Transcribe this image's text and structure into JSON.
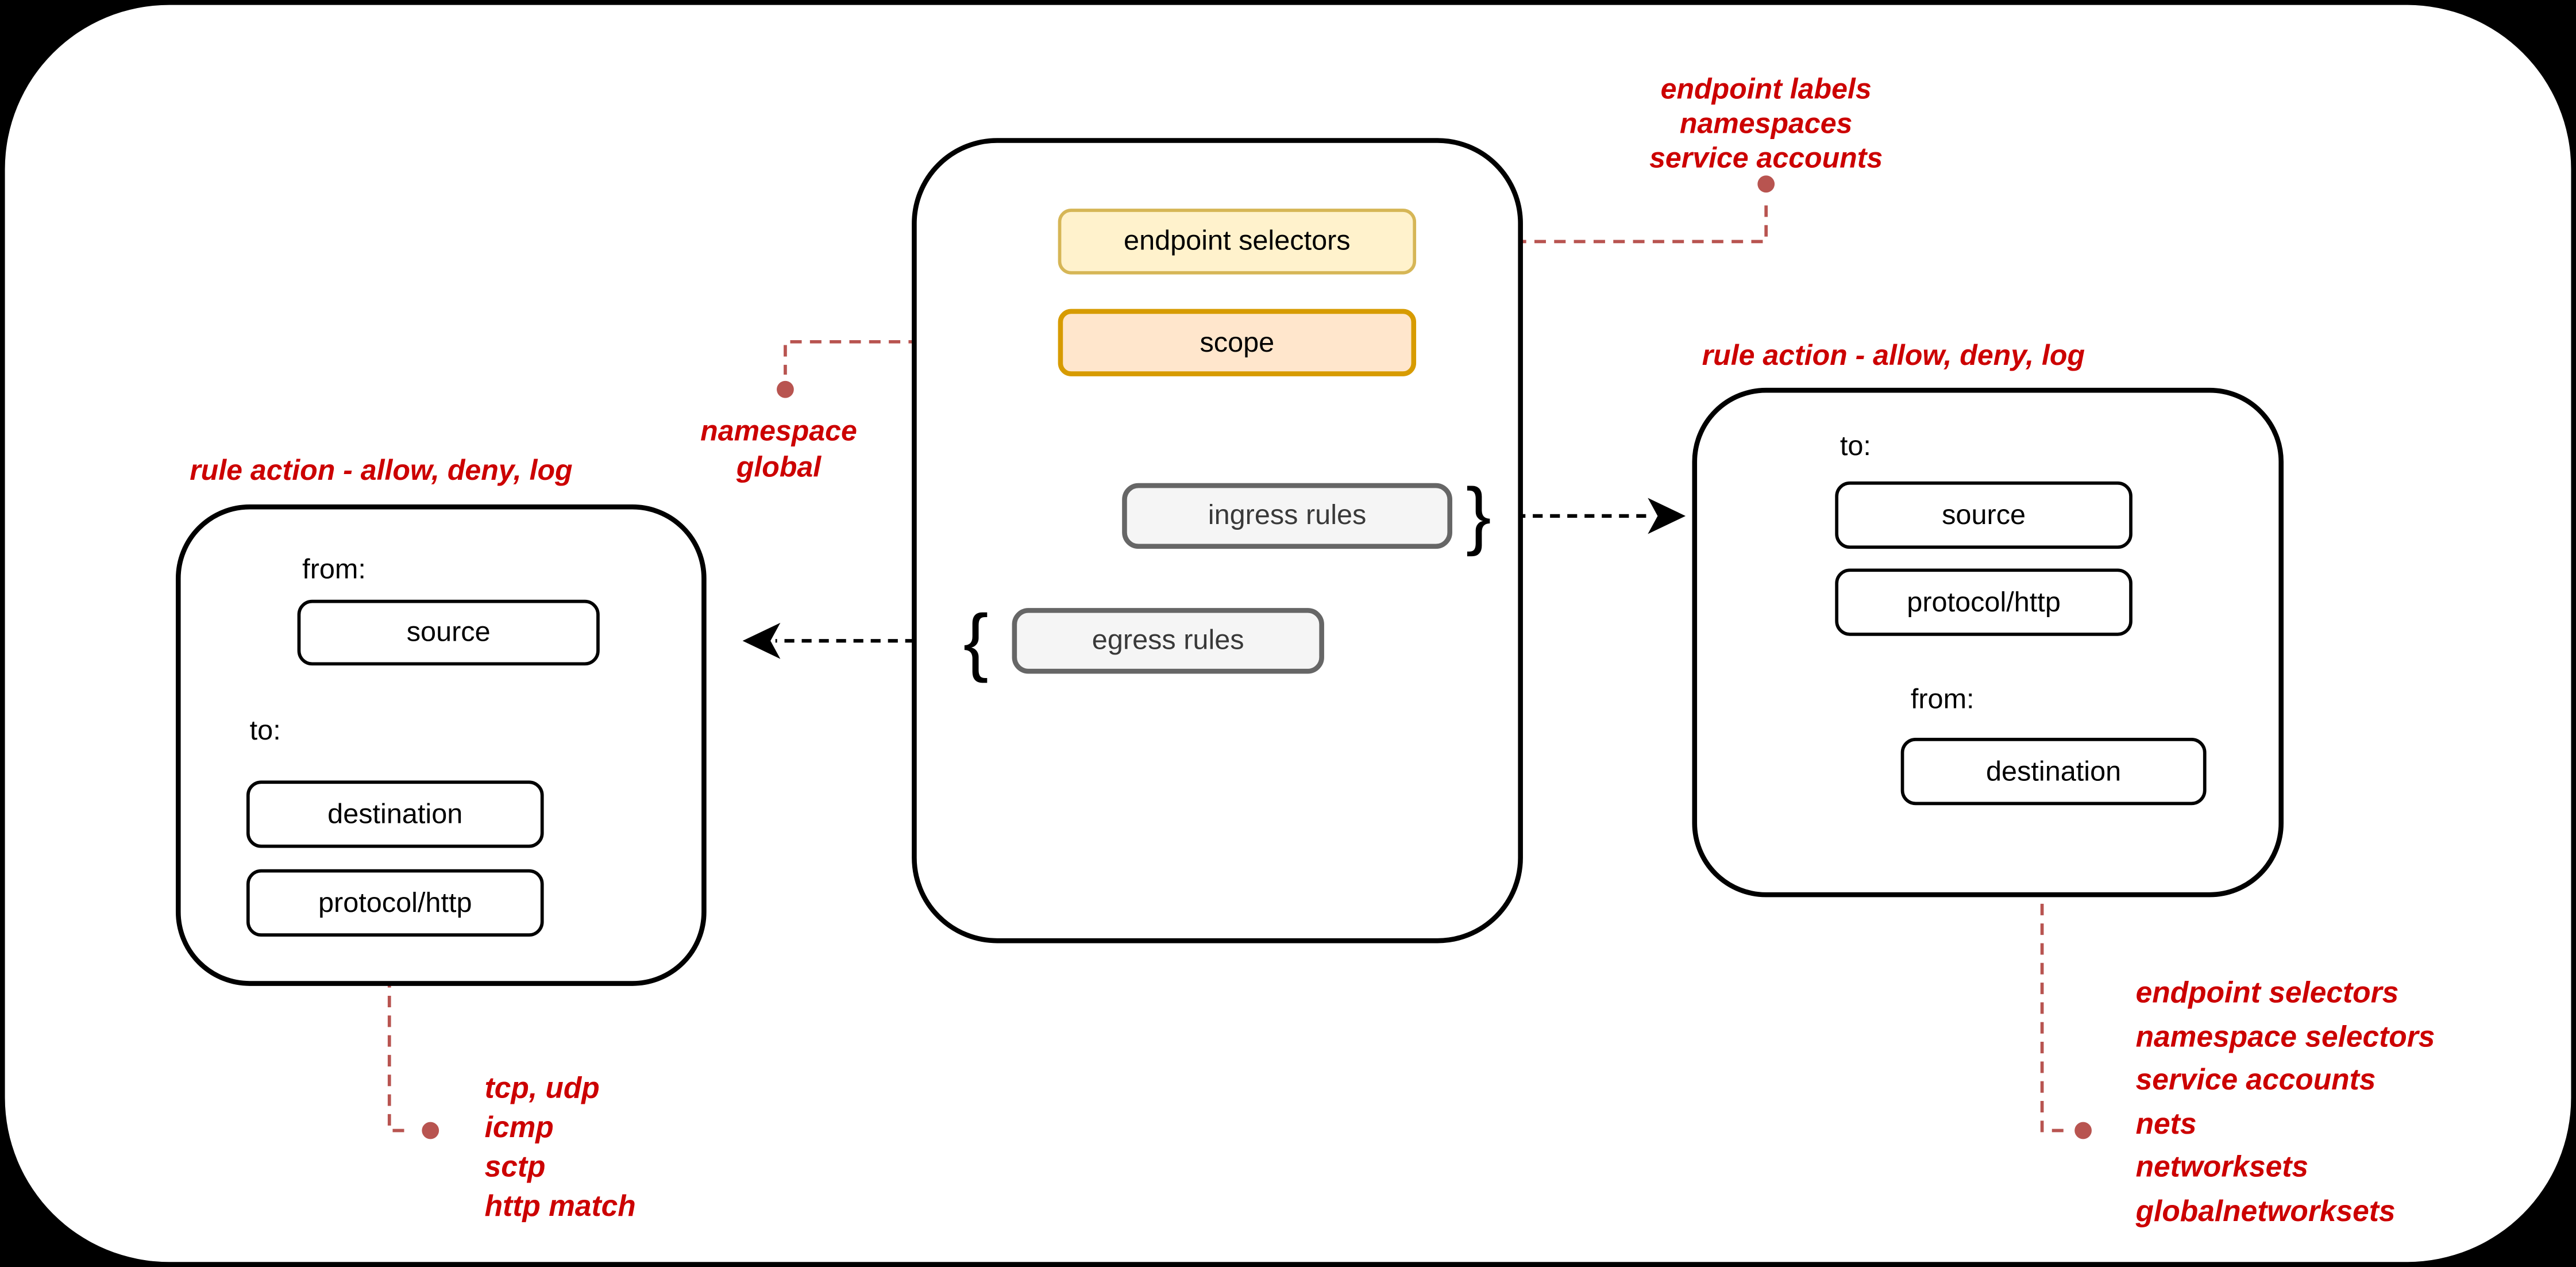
{
  "colors": {
    "background": "#000000",
    "canvas": "#FFFFFF",
    "outline": "#000000",
    "annotation_red": "#CC0000",
    "connector_red": "#B85450",
    "arrow_black": "#000000",
    "endpoint_selectors_fill": "#FFF2CC",
    "endpoint_selectors_stroke": "#D6B656",
    "scope_fill": "#FFE6CC",
    "scope_stroke": "#D79B00",
    "rules_fill": "#F5F5F5",
    "rules_stroke": "#666666"
  },
  "policy": {
    "endpoint_selectors": "endpoint selectors",
    "scope": "scope",
    "ingress_rules": "ingress rules",
    "egress_rules": "egress rules",
    "ingress_brace": "}",
    "egress_brace": "{"
  },
  "egress_detail": {
    "title": "rule action - allow, deny, log",
    "from_label": "from:",
    "source": "source",
    "to_label": "to:",
    "destination": "destination",
    "protocol": "protocol/http"
  },
  "ingress_detail": {
    "title": "rule action - allow, deny, log",
    "to_label": "to:",
    "source": "source",
    "protocol": "protocol/http",
    "from_label": "from:",
    "destination": "destination"
  },
  "notes": {
    "endpoint_selectors": [
      "endpoint labels",
      "namespaces",
      "service accounts"
    ],
    "scope": [
      "namespace",
      "global"
    ],
    "protocol": [
      "tcp, udp",
      "icmp",
      "sctp",
      "http match"
    ],
    "destination": [
      "endpoint selectors",
      "namespace selectors",
      "service accounts",
      "nets",
      "networksets",
      "globalnetworksets"
    ]
  }
}
